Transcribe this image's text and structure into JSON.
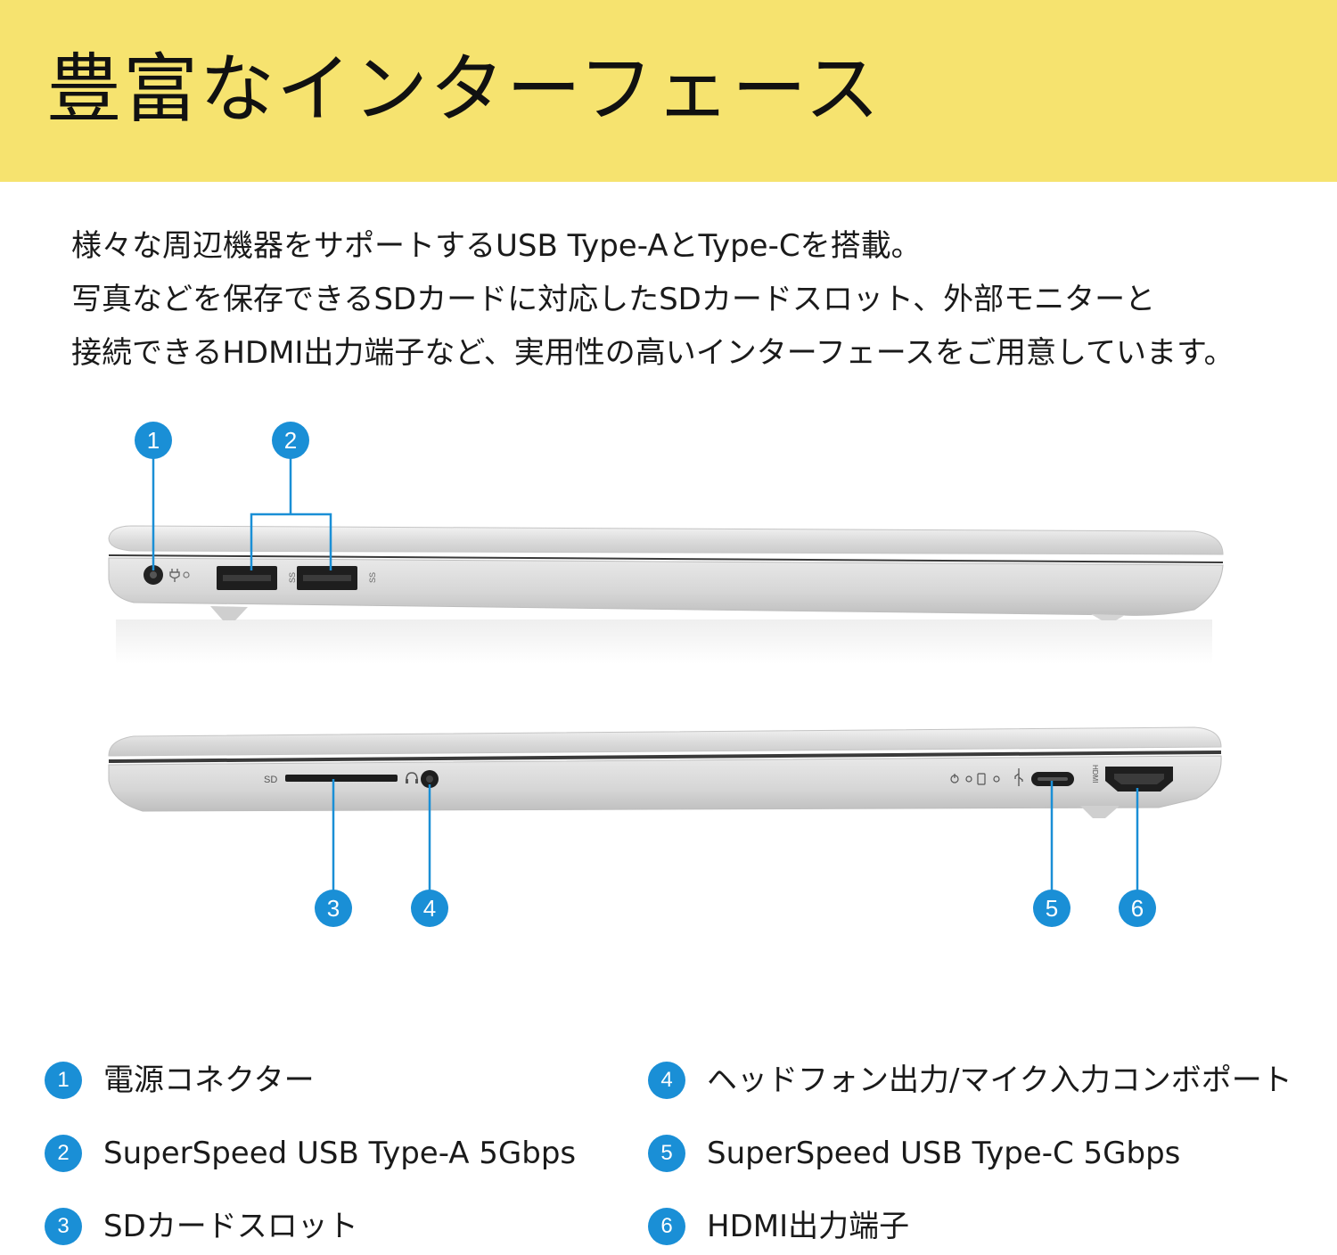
{
  "header": {
    "title": "豊富なインターフェース",
    "background_color": "#f6e36f"
  },
  "intro": {
    "lines": [
      "様々な周辺機器をサポートするUSB Type-AとType-Cを搭載。",
      "写真などを保存できるSDカードに対応したSDカードスロット、外部モニターと",
      "接続できるHDMI出力端子など、実用性の高いインターフェースをご用意しています。"
    ]
  },
  "figure": {
    "accent_color": "#1a8fd6",
    "callouts": [
      {
        "number": "1"
      },
      {
        "number": "2"
      },
      {
        "number": "3"
      },
      {
        "number": "4"
      },
      {
        "number": "5"
      },
      {
        "number": "6"
      }
    ],
    "port_markings": {
      "sd": "SD",
      "hdmi": "HDMI",
      "ss": "SS"
    },
    "icons": [
      "power-plug-icon",
      "usb-icon",
      "headphone-icon",
      "power-icon",
      "battery-icon"
    ]
  },
  "legend": {
    "items": [
      {
        "number": "1",
        "label": "電源コネクター"
      },
      {
        "number": "2",
        "label": "SuperSpeed USB Type-A 5Gbps"
      },
      {
        "number": "3",
        "label": "SDカードスロット"
      },
      {
        "number": "4",
        "label": "ヘッドフォン出力/マイク入力コンボポート"
      },
      {
        "number": "5",
        "label": "SuperSpeed USB Type-C 5Gbps"
      },
      {
        "number": "6",
        "label": "HDMI出力端子"
      }
    ]
  }
}
